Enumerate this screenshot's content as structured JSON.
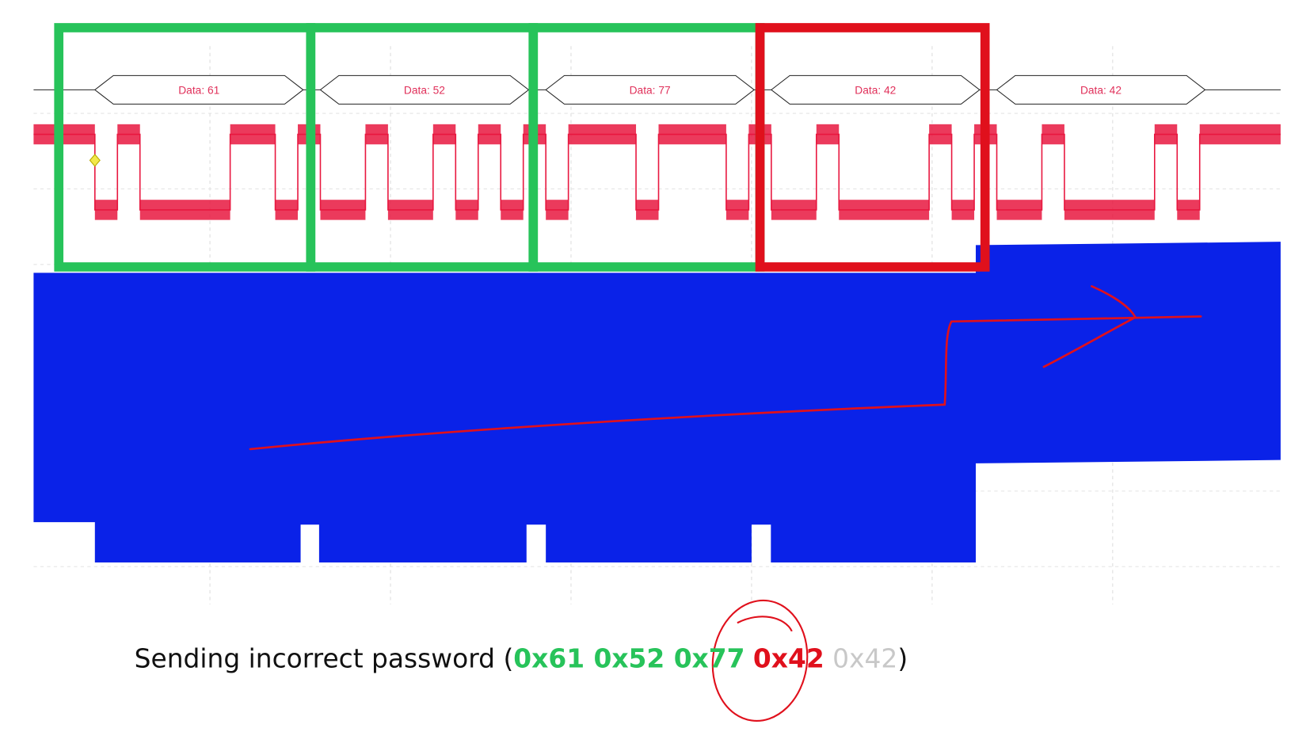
{
  "decoder": {
    "packets": [
      {
        "label": "Data: 61",
        "value": "61"
      },
      {
        "label": "Data: 52",
        "value": "52"
      },
      {
        "label": "Data: 77",
        "value": "77"
      },
      {
        "label": "Data: 42",
        "value": "42"
      },
      {
        "label": "Data: 42",
        "value": "42"
      }
    ],
    "packet_status": [
      "correct",
      "correct",
      "correct",
      "incorrect",
      "not-checked"
    ]
  },
  "colors": {
    "signal": "#e8173f",
    "power": "#0a22e8",
    "correct": "#27c35a",
    "incorrect": "#e0101c",
    "unchecked": "#c8c8c8",
    "marker": "#f2e84a"
  },
  "caption": {
    "prefix": "Sending incorrect password (",
    "correct_bytes": "0x61 0x52 0x77",
    "wrong_byte": "0x42",
    "unchecked_byte": "0x42",
    "suffix": ")"
  }
}
